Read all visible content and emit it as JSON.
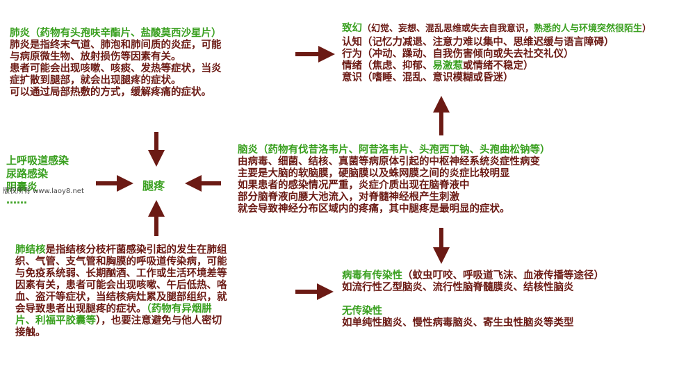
{
  "pneumonia": {
    "title": "肺炎",
    "drugs": "（药物有头孢呋辛酯片、盐酸莫西沙星片）",
    "lines": [
      "肺炎是指终末气道、肺泡和肺间质的炎症，可能",
      "与病原微生物、放射损伤等因素有关。",
      "患者可能会出现咳嗽、咳痰、发热等症状，当炎",
      "症扩散到腿部，就会出现腿疼的症状。",
      "可以通过局部热敷的方式，缓解疼痛的症状。"
    ]
  },
  "delirium": {
    "title": "致幻",
    "desc_a": "（幻觉、妄想、混乱思维或失去自我意识，",
    "desc_b": "熟悉的人与环境突然很陌生",
    "desc_c": "）",
    "items": [
      {
        "label": "认知",
        "text": "（记忆力减退、注意力难以集中、思维迟缓与语言障碍）"
      },
      {
        "label": "行为",
        "text": "（冲动、躁动、自我伤害倾向或失去社交礼仪）"
      },
      {
        "label": "情绪",
        "text_a": "（焦虑、抑郁、",
        "text_b": "易激惹",
        "text_c": "或情绪不稳定）"
      },
      {
        "label": "意识",
        "text": "（嗜睡、混乱、意识模糊或昏迷）"
      }
    ]
  },
  "other_causes": [
    "上呼吸道感染",
    "尿路感染",
    "阴囊炎",
    "……"
  ],
  "center": "腿疼",
  "watermark": "版权所有 www.laoy8.net",
  "encephalitis": {
    "title": "脑炎",
    "drugs": "（药物有伐昔洛韦片、阿昔洛韦片、头孢西丁钠、头孢曲松钠等）",
    "lines": [
      "由病毒、细菌、结核、真菌等病原体引起的中枢神经系统炎症性病变",
      "主要是大脑的软脑膜，硬脑膜以及蛛网膜之间的炎症比较明显",
      "如果患者的感染情况严重，炎症介质出现在脑脊液中",
      "部分脑脊液向腰大池流入，对脊髓神经根产生刺激",
      "就会导致神经分布区域内的疼痛，其中腿疼是最明显的症状。"
    ]
  },
  "tuberculosis": {
    "title": "肺结核",
    "line0_rest": "是指结核分枝杆菌感染引起的发生在肺组",
    "lines": [
      "织、气管、支气管和胸膜的呼吸道传染病，可能",
      "与免疫系统弱、长期酗酒、工作或生活环境差等",
      "因素有关，患者可能会出现咳嗽、午后低热、咯",
      "血、盗汗等症状，当结核病灶累及腿部组织，就"
    ],
    "line5_a": "会导致患者出现腿疼的症状。",
    "line5_b": "（药物有异烟肼",
    "line6_a": "片、利福平胶囊等",
    "line6_b": "），也要注意避免与他人密切",
    "line7": "接触。"
  },
  "contagious": {
    "title": "病毒有传染性",
    "title_rest": "（蚊虫叮咬、呼吸道飞沫、血液传播等途径）",
    "examples": "如流行性乙型脑炎、流行性脑脊髓膜炎、结核性脑炎",
    "non_title": "无传染性",
    "non_examples": "如单纯性脑炎、慢性病毒脑炎、寄生虫性脑炎等类型"
  },
  "colors": {
    "arrow": "#6b1a14",
    "text": "#6b1a14",
    "accent": "#3aa020"
  }
}
